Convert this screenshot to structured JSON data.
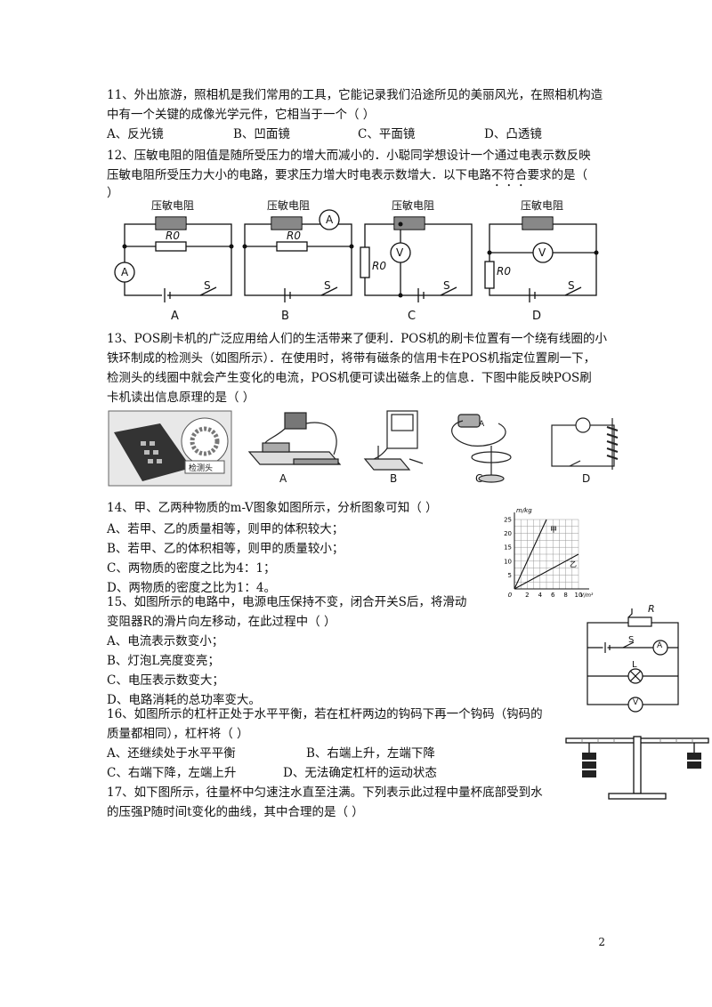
{
  "q11": {
    "line1": "11、外出旅游，照相机是我们常用的工具，它能记录我们沿途所见的美丽风光，在照相机构造",
    "line2": "中有一个关键的成像光学元件，它相当于一个（      ）",
    "options": [
      "A、反光镜",
      "B、凹面镜",
      "C、平面镜",
      "D、凸透镜"
    ]
  },
  "q12": {
    "line1": "12、压敏电阻的阻值是随所受压力的增大而减小的．小聪同学想设计一个通过电表示数反映",
    "line2a": "压敏电阻所受压力大小的电路，要求压力增大时电表示数增大．以下电路",
    "line2b": "不符合",
    "line2c": "要求的是（",
    "line3": "）",
    "circuit_labels": {
      "resistor": "压敏电阻",
      "r0": "R0",
      "switch": "S",
      "ammeter": "A",
      "voltmeter": "V"
    },
    "diagram_names": [
      "A",
      "B",
      "C",
      "D"
    ]
  },
  "q13": {
    "line1": "13、POS刷卡机的广泛应用给人们的生活带来了便利．POS机的刷卡位置有一个绕有线圈的小",
    "line2": "铁环制成的检测头（如图所示）．在使用时，将带有磁条的信用卡在POS机指定位置刷一下，",
    "line3": "检测头的线圈中就会产生变化的电流，POS机便可读出磁条上的信息．下图中能反映POS刷",
    "line4": "卡机读出信息原理的是（      ）",
    "head_label": "检测头",
    "diagram_names": [
      "A",
      "B",
      "C",
      "D"
    ]
  },
  "q14": {
    "line1": "14、甲、乙两种物质的m-V图象如图所示，分析图象可知（      ）",
    "options": [
      "A、若甲、乙的质量相等，则甲的体积较大；",
      "B、若甲、乙的体积相等，则甲的质量较小；",
      "C、两物质的密度之比为4：1；",
      "D、两物质的密度之比为1：4。"
    ]
  },
  "chart_data": {
    "type": "line",
    "title": "",
    "ylabel": "m/kg",
    "xlabel": "V/m³",
    "x_ticks": [
      2,
      4,
      6,
      8,
      10
    ],
    "y_ticks": [
      5,
      10,
      15,
      20,
      25
    ],
    "origin_label": "0",
    "xlim": [
      0,
      10
    ],
    "ylim": [
      0,
      25
    ],
    "series": [
      {
        "name": "甲",
        "x": [
          0,
          5
        ],
        "y": [
          0,
          25
        ]
      },
      {
        "name": "乙",
        "x": [
          0,
          10
        ],
        "y": [
          0,
          12.5
        ]
      }
    ]
  },
  "q15": {
    "line1": "15、如图所示的电路中，电源电压保持不变，闭合开关S后，将滑动",
    "line2": "变阻器R的滑片向左移动，在此过程中（      ）",
    "options": [
      "A、电流表示数变小；",
      "B、灯泡L亮度变亮；",
      "C、电压表示数变大；",
      "D、电路消耗的总功率变大。"
    ],
    "labels": {
      "r": "R",
      "s": "S",
      "a": "A",
      "l": "L",
      "v": "V"
    }
  },
  "q16": {
    "line1": "16、如图所示的杠杆正处于水平平衡，若在杠杆两边的钩码下再一个钩码（钩码的",
    "line2": "质量都相同），杠杆将（      ）",
    "options": [
      "A、还继续处于水平平衡",
      "B、右端上升，左端下降",
      "C、右端下降，左端上升",
      "D、无法确定杠杆的运动状态"
    ]
  },
  "q17": {
    "line1": "17、如下图所示，往量杯中匀速注水直至注满。下列表示此过程中量杯底部受到水",
    "line2": "的压强P随时间t变化的曲线，其中合理的是（      ）"
  },
  "page_number": "2"
}
